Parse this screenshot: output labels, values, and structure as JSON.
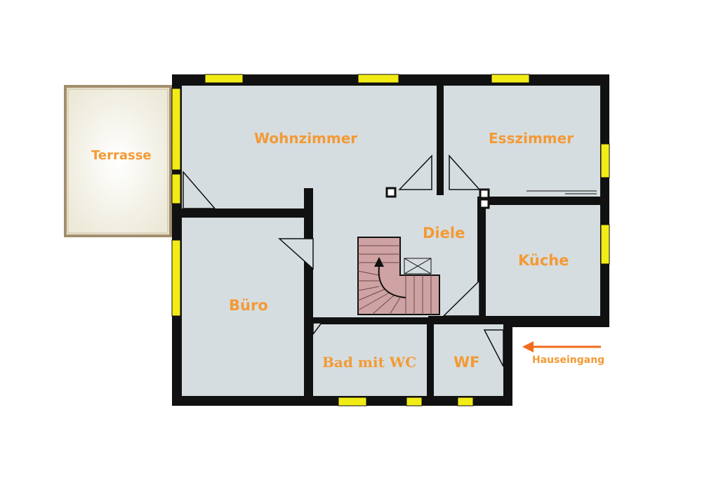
{
  "rooms": {
    "terrasse": "Terrasse",
    "wohnzimmer": "Wohnzimmer",
    "esszimmer": "Esszimmer",
    "diele": "Diele",
    "kueche": "Küche",
    "buero": "Büro",
    "bad": "Bad mit WC",
    "wf": "WF"
  },
  "entrance": {
    "label": "Hauseingang"
  },
  "colors": {
    "room_fill": "#d6dde0",
    "wall": "#111111",
    "window": "#f2ec16",
    "label": "#f39a35",
    "stair": "#cfa3a3",
    "terrace_border": "#a38e6c"
  }
}
